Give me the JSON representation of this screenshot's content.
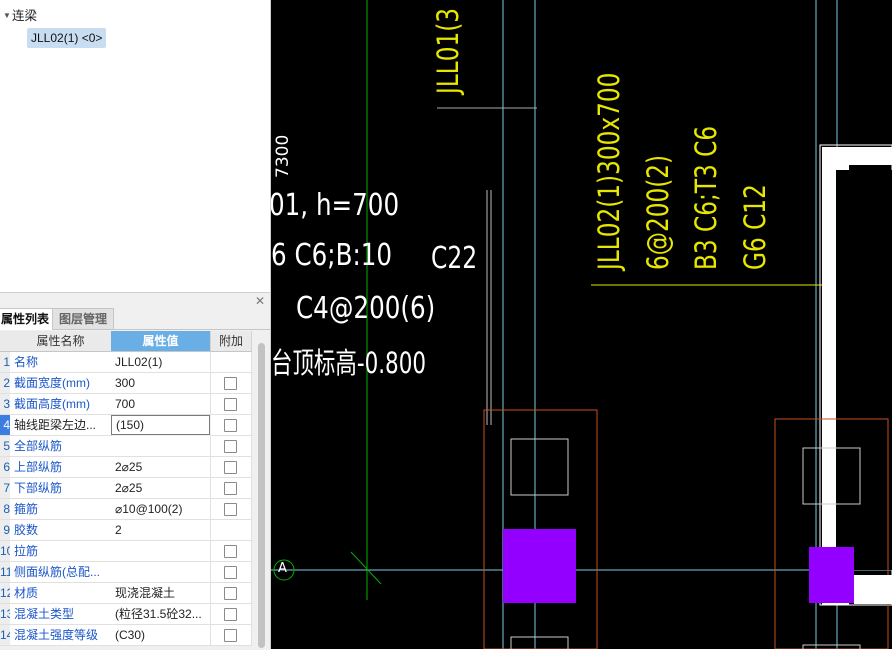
{
  "tree": {
    "group_label": "连梁",
    "item_label": "JLL02(1) <0>"
  },
  "panel": {
    "tabs": [
      "属性列表",
      "图层管理"
    ],
    "columns": [
      "属性名称",
      "属性值",
      "附加"
    ],
    "rows": [
      {
        "num": "1",
        "name": "名称",
        "value": "JLL02(1)",
        "checkbox": false
      },
      {
        "num": "2",
        "name": "截面宽度(mm)",
        "value": "300",
        "checkbox": true
      },
      {
        "num": "3",
        "name": "截面高度(mm)",
        "value": "700",
        "checkbox": true
      },
      {
        "num": "4",
        "name": "轴线距梁左边...",
        "value": "(150)",
        "checkbox": true
      },
      {
        "num": "5",
        "name": "全部纵筋",
        "value": "",
        "checkbox": true
      },
      {
        "num": "6",
        "name": "上部纵筋",
        "value": "2⌀25",
        "checkbox": true
      },
      {
        "num": "7",
        "name": "下部纵筋",
        "value": "2⌀25",
        "checkbox": true
      },
      {
        "num": "8",
        "name": "箍筋",
        "value": "⌀10@100(2)",
        "checkbox": true
      },
      {
        "num": "9",
        "name": "胶数",
        "value": "2",
        "checkbox": false
      },
      {
        "num": "10",
        "name": "拉筋",
        "value": "",
        "checkbox": true
      },
      {
        "num": "11",
        "name": "侧面纵筋(总配...",
        "value": "",
        "checkbox": true
      },
      {
        "num": "12",
        "name": "材质",
        "value": "现浇混凝土",
        "checkbox": true
      },
      {
        "num": "13",
        "name": "混凝土类型",
        "value": "(粒径31.5砼32...",
        "checkbox": true
      },
      {
        "num": "14",
        "name": "混凝土强度等级",
        "value": "(C30)",
        "checkbox": true
      }
    ]
  },
  "cad": {
    "colors": {
      "bg": "#000000",
      "yellow": "#e6e600",
      "cyan": "#7ec8e3",
      "orange": "#c8501e",
      "purple": "#9400ff",
      "green": "#00b000",
      "white": "#ffffff"
    },
    "texts": {
      "dim_7300": "7300",
      "h700": "01, h=700",
      "bars": "6 C6;B:10",
      "c22": "C22",
      "stirrup": "C4@200(6)",
      "elevation": "台顶标高-0.800",
      "axis": "A",
      "jll01": "JLL01(3",
      "jll02_line1": "JLL02(1)300x700",
      "jll02_line2": "6@200(2)",
      "jll02_line3": "B3 C6;T3 C6",
      "jll02_line4": "G6 C12"
    }
  }
}
